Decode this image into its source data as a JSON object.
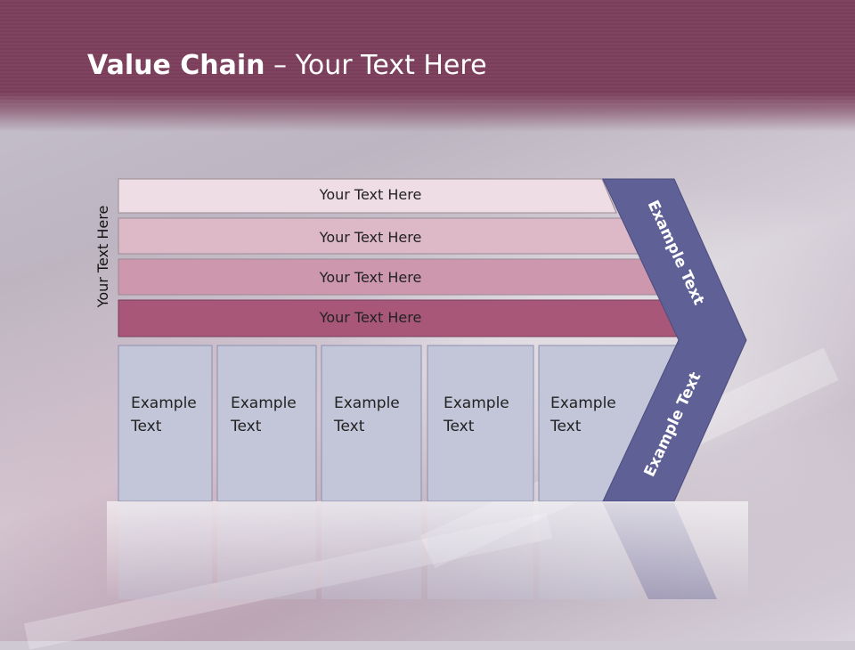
{
  "title": {
    "bold": "Value Chain",
    "rest": " – Your Text Here"
  },
  "side_label": "Your Text Here",
  "bands": [
    {
      "label": "Your Text Here",
      "color": "#eedde4"
    },
    {
      "label": "Your Text Here",
      "color": "#ddb9c8"
    },
    {
      "label": "Your Text Here",
      "color": "#cd97ae"
    },
    {
      "label": "Your Text Here",
      "color": "#a85778"
    }
  ],
  "boxes": [
    {
      "line1": "Example",
      "line2": "Text"
    },
    {
      "line1": "Example",
      "line2": "Text"
    },
    {
      "line1": "Example",
      "line2": "Text"
    },
    {
      "line1": "Example",
      "line2": "Text"
    },
    {
      "line1": "Example",
      "line2": "Text"
    }
  ],
  "chevron": {
    "upper_label": "Example Text",
    "lower_label": "Example Text",
    "color": "#5f6096"
  },
  "colors": {
    "header": "#7a3d5a",
    "box_fill": "#c3c5d9",
    "box_stroke": "#8e90ad"
  }
}
